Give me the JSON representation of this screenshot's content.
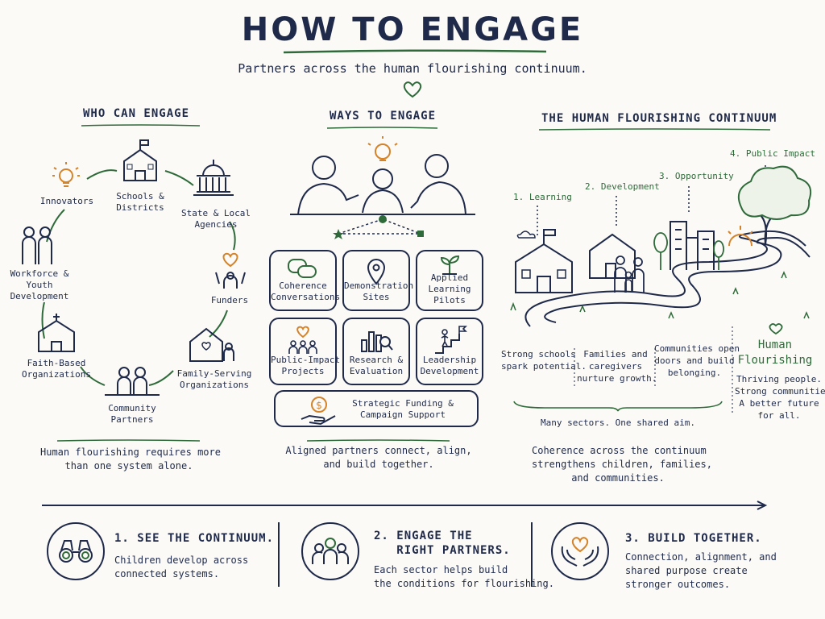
{
  "title": "HOW TO ENGAGE",
  "subtitle": "Partners across the human flourishing continuum.",
  "colors": {
    "navy": "#1f2a4a",
    "green": "#2f6b3a",
    "orange": "#d4832a"
  },
  "who": {
    "heading": "WHO CAN ENGAGE",
    "nodes": {
      "innovators": "Innovators",
      "schools": "Schools &\nDistricts",
      "state": "State & Local\nAgencies",
      "funders": "Funders",
      "family": "Family-Serving\nOrganizations",
      "community": "Community\nPartners",
      "faith": "Faith-Based\nOrganizations",
      "workforce": "Workforce &\nYouth\nDevelopment"
    },
    "caption": "Human flourishing requires more\nthan one system alone."
  },
  "ways": {
    "heading": "WAYS TO ENGAGE",
    "cards": {
      "coherence": "Coherence\nConversations",
      "demonstration": "Demonstration\nSites",
      "applied": "Applied\nLearning\nPilots",
      "public_impact": "Public-Impact\nProjects",
      "research": "Research &\nEvaluation",
      "leadership": "Leadership\nDevelopment",
      "funding": "Strategic Funding &\nCampaign Support"
    },
    "caption": "Aligned partners connect, align,\nand build together."
  },
  "continuum": {
    "heading": "THE HUMAN FLOURISHING CONTINUUM",
    "stages": {
      "learning": "1. Learning",
      "development": "2. Development",
      "opportunity": "3. Opportunity",
      "public_impact": "4. Public Impact"
    },
    "notes": {
      "learning": "Strong schools\nspark potential.",
      "development": "Families and\ncaregivers\nnurture growth.",
      "opportunity": "Communities open\ndoors and build\nbelonging."
    },
    "flourishing_title": "Human\nFlourishing",
    "flourishing_text": "Thriving people.\nStrong communities.\nA better future\nfor all.",
    "brace_caption": "Many sectors. One shared aim.",
    "caption": "Coherence across the continuum\nstrengthens children, families,\nand communities."
  },
  "steps": [
    {
      "title": "1. SEE THE CONTINUUM.",
      "body": "Children develop across\nconnected systems.",
      "icon": "binoculars-icon"
    },
    {
      "title": "2. ENGAGE THE\n   RIGHT PARTNERS.",
      "body": "Each sector helps build\nthe conditions for flourishing.",
      "icon": "people-icon"
    },
    {
      "title": "3. BUILD TOGETHER.",
      "body": "Connection, alignment, and\nshared purpose create\nstronger outcomes.",
      "icon": "hands-heart-icon"
    }
  ]
}
